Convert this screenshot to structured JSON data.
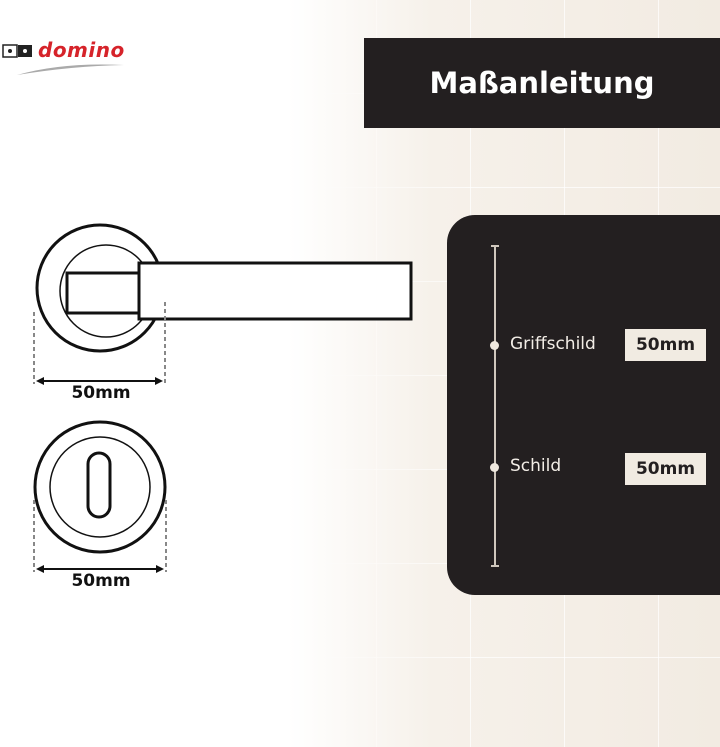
{
  "brand": {
    "logo_text": "domino"
  },
  "header": {
    "title": "Maßanleitung"
  },
  "diagram": {
    "handle_rosette_label": "50mm",
    "key_rosette_label": "50mm"
  },
  "specs": [
    {
      "label": "Griffschild",
      "value": "50mm"
    },
    {
      "label": "Schild",
      "value": "50mm"
    }
  ],
  "colors": {
    "dark": "#231f20",
    "accent_red": "#d6232a",
    "cream": "#f1ebe2"
  }
}
